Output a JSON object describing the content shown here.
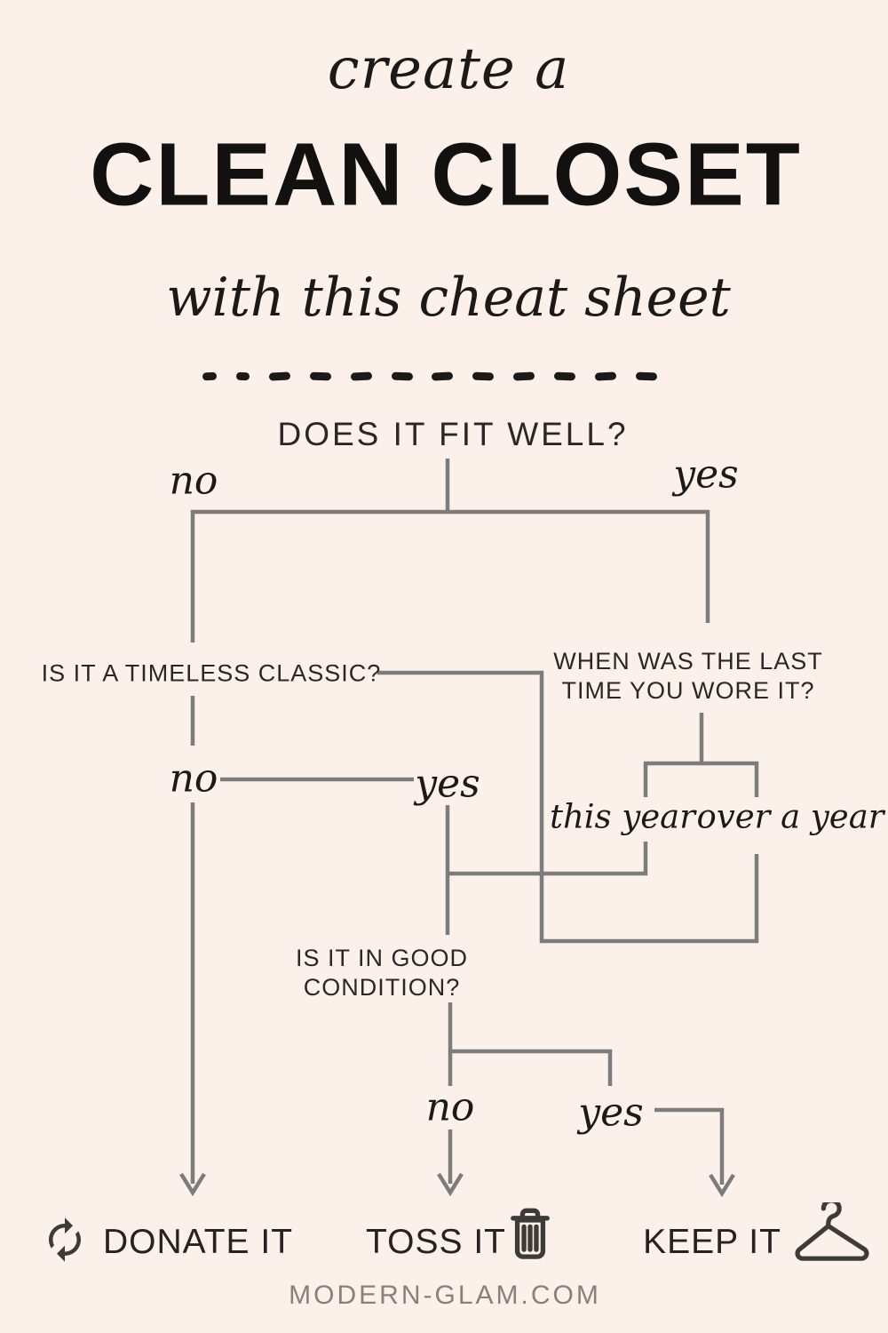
{
  "header": {
    "script_top": "create a",
    "title": "CLEAN CLOSET",
    "script_bottom": "with this cheat sheet"
  },
  "divider": {
    "dash_count": 12
  },
  "flowchart": {
    "q1": {
      "text": "DOES IT FIT WELL?",
      "no_label": "no",
      "yes_label": "yes"
    },
    "q2": {
      "text": "IS IT A TIMELESS CLASSIC?",
      "no_label": "no",
      "yes_label": "yes"
    },
    "q3": {
      "line1": "WHEN WAS THE LAST",
      "line2": "TIME YOU WORE IT?",
      "this_year_label": "this year",
      "over_a_year_label": "over a year"
    },
    "q4": {
      "line1": "IS IT IN GOOD",
      "line2": "CONDITION?",
      "no_label": "no",
      "yes_label": "yes"
    },
    "outcomes": [
      {
        "label": "DONATE IT",
        "icon": "recycle-icon"
      },
      {
        "label": "TOSS IT",
        "icon": "trash-icon"
      },
      {
        "label": "KEEP IT",
        "icon": "hanger-icon"
      }
    ]
  },
  "footer": {
    "website": "MODERN-GLAM.COM"
  },
  "colors": {
    "background": "#fcf1ea",
    "line": "#7c7c7c",
    "ink": "#1c1918",
    "question": "#2b2726",
    "icon": "#3e3a38",
    "footer_text": "#8c7f79"
  }
}
